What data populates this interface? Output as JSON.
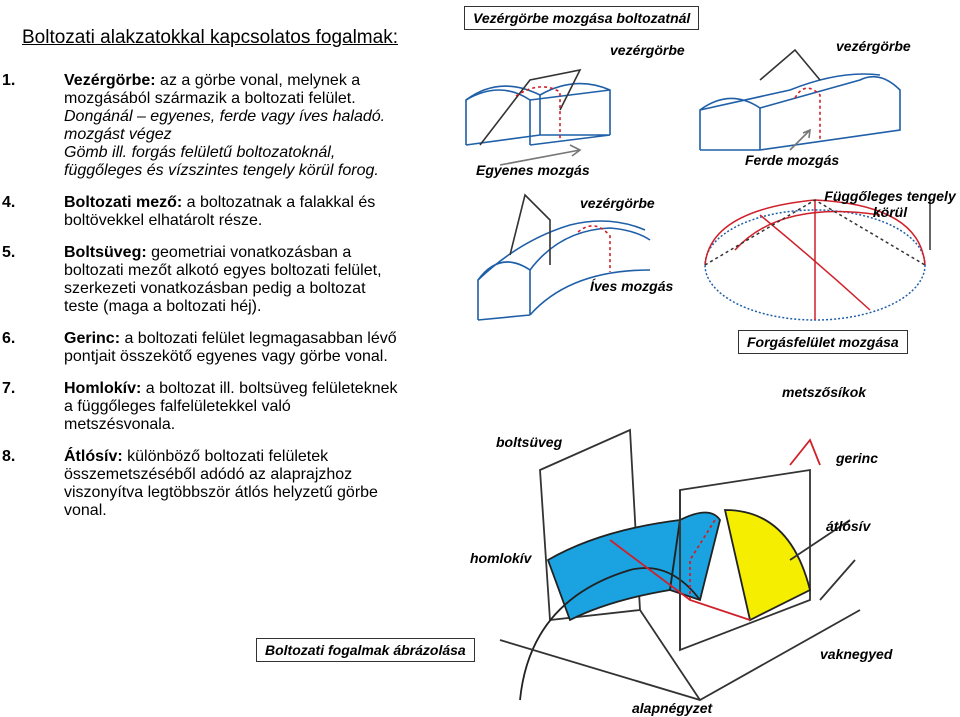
{
  "heading": "Boltozati alakzatokkal kapcsolatos fogalmak:",
  "items": [
    {
      "num": "1.",
      "term": "Vezérgörbe:",
      "rest": " az a görbe vonal, melynek a mozgásából származik a boltozati felület.",
      "extra": [
        "Dongánál – egyenes, ferde vagy íves haladó. mozgást végez",
        "Gömb ill. forgás felületű boltozatoknál, függőleges és vízszintes tengely körül forog."
      ]
    },
    {
      "num": "4.",
      "term": "Boltozati mező:",
      "rest": " a boltozatnak a falakkal és boltövekkel elhatárolt része."
    },
    {
      "num": "5.",
      "term": "Boltsüveg:",
      "rest": " geometriai vonatkozásban a boltozati mezőt alkotó egyes boltozati felület, szerkezeti vonatkozásban pedig a boltozat teste (maga a boltozati héj)."
    },
    {
      "num": "6.",
      "term": "Gerinc:",
      "rest": " a boltozati felület legmagasabban lévő pontjait összekötő egyenes vagy görbe vonal."
    },
    {
      "num": "7.",
      "term": "Homlokív:",
      "rest": " a boltozat ill. boltsüveg felületeknek a függőleges falfelületekkel való metszésvonala."
    },
    {
      "num": "8.",
      "term": "Átlósív:",
      "rest": " különböző boltozati felületek összemetszéséből adódó az alaprajzhoz viszonyítva legtöbbször átlós helyzetű görbe vonal."
    }
  ],
  "diagram": {
    "top_box": "Vezérgörbe mozgása boltozatnál",
    "vezergorbe_1": "vezérgörbe",
    "vezergorbe_2": "vezérgörbe",
    "vezergorbe_3": "vezérgörbe",
    "egyenes": "Egyenes mozgás",
    "ferde": "Ferde mozgás",
    "fuggoleges": "Függőleges tengely körül",
    "ives": "Íves mozgás",
    "forgas_box": "Forgásfelület mozgása",
    "metszosikok": "metszősíkok",
    "boltsuveg": "boltsüveg",
    "gerinc": "gerinc",
    "atlosiv": "átlósív",
    "homlokiv": "homlokív",
    "bottom_box": "Boltozati fogalmak ábrázolása",
    "vaknegyed": "vaknegyed",
    "alapnegyzet": "alapnégyzet"
  },
  "colors": {
    "blue_fill": "#1aa3e0",
    "yellow_fill": "#f5ee00",
    "red_line": "#d0202a",
    "blue_line": "#1f5fa8"
  }
}
